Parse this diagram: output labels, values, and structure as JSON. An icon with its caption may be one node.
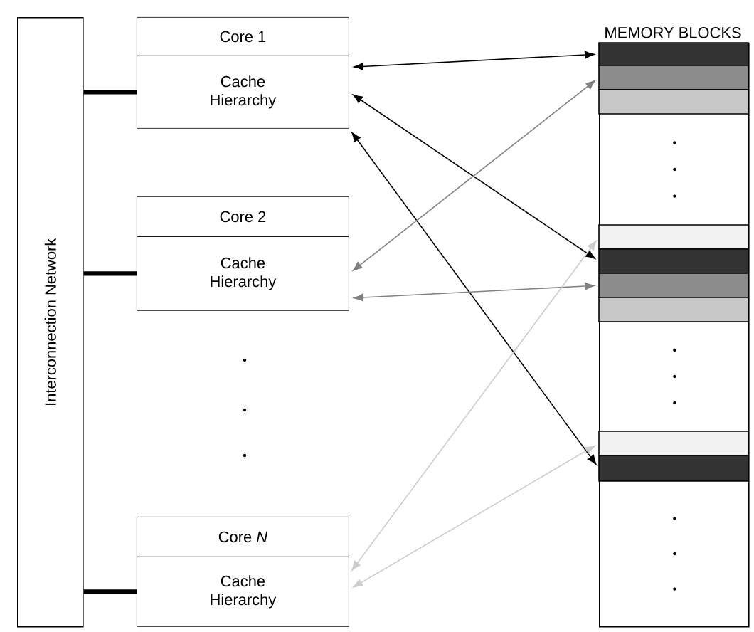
{
  "diagram": {
    "nodes": [
      {
        "text": [
          "Interconnection Network"
        ]
      },
      {
        "text": [
          "Core 1"
        ]
      },
      {
        "text": [
          "Cache Hierarchy"
        ]
      },
      {
        "text": [
          "Core 2"
        ]
      },
      {
        "text": [
          "Cache Hierarchy"
        ]
      },
      {
        "text": [
          "Core *N*"
        ]
      },
      {
        "text": [
          "Cache Hierarchy"
        ]
      },
      {
        "text": [
          "MEMORY BLOCKS"
        ]
      },
      {
        "text": [],
        "shape": "bar",
        "in": 7
      },
      {
        "text": [],
        "shape": "bar",
        "in": 7
      },
      {
        "text": [],
        "shape": "bar",
        "in": 7
      },
      {
        "text": [],
        "shape": "box",
        "in": 7
      },
      {
        "text": [],
        "shape": "bar",
        "in": 7
      },
      {
        "text": [],
        "shape": "bar",
        "in": 7
      },
      {
        "text": [],
        "shape": "bar",
        "in": 7
      },
      {
        "text": [],
        "shape": "bar",
        "in": 7
      },
      {
        "text": [],
        "shape": "box",
        "in": 7
      },
      {
        "text": [],
        "shape": "bar",
        "in": 7
      },
      {
        "text": [],
        "shape": "bar",
        "in": 7
      },
      {
        "text": [],
        "shape": "box",
        "in": 7
      }
    ],
    "edges": [
      {
        "from": 0,
        "to": 2,
        "arrow": "none",
        "style": "thick"
      },
      {
        "from": 0,
        "to": 4,
        "arrow": "none",
        "style": "thick"
      },
      {
        "from": 0,
        "to": 6,
        "arrow": "none",
        "style": "thick"
      },
      {
        "from": 2,
        "to": 8,
        "arrow": "both"
      },
      {
        "from": 2,
        "to": 13,
        "arrow": "both"
      },
      {
        "from": 2,
        "to": 18,
        "arrow": "both"
      },
      {
        "from": 4,
        "to": 9,
        "arrow": "both",
        "color": "#808080"
      },
      {
        "from": 4,
        "to": 14,
        "arrow": "both",
        "color": "#808080"
      },
      {
        "from": 6,
        "to": 12,
        "arrow": "both",
        "color": "#cccccc"
      },
      {
        "from": 6,
        "to": 17,
        "arrow": "both",
        "color": "#cccccc"
      }
    ]
  }
}
